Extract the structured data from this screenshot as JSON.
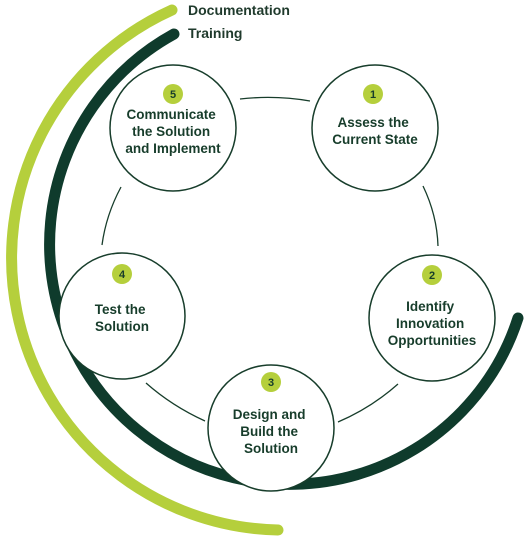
{
  "arcs": [
    {
      "label": "Documentation",
      "color": "#b5cf3c"
    },
    {
      "label": "Training",
      "color": "#0f3b2c"
    }
  ],
  "steps": [
    {
      "number": "1",
      "lines": [
        "Assess the",
        "Current State"
      ]
    },
    {
      "number": "2",
      "lines": [
        "Identify",
        "Innovation",
        "Opportunities"
      ]
    },
    {
      "number": "3",
      "lines": [
        "Design and",
        "Build the",
        "Solution"
      ]
    },
    {
      "number": "4",
      "lines": [
        "Test the",
        "Solution"
      ]
    },
    {
      "number": "5",
      "lines": [
        "Communicate",
        "the Solution",
        "and Implement"
      ]
    }
  ],
  "colors": {
    "badge": "#b5cf3c",
    "circle_stroke": "#173d2b",
    "text": "#173d2b"
  }
}
